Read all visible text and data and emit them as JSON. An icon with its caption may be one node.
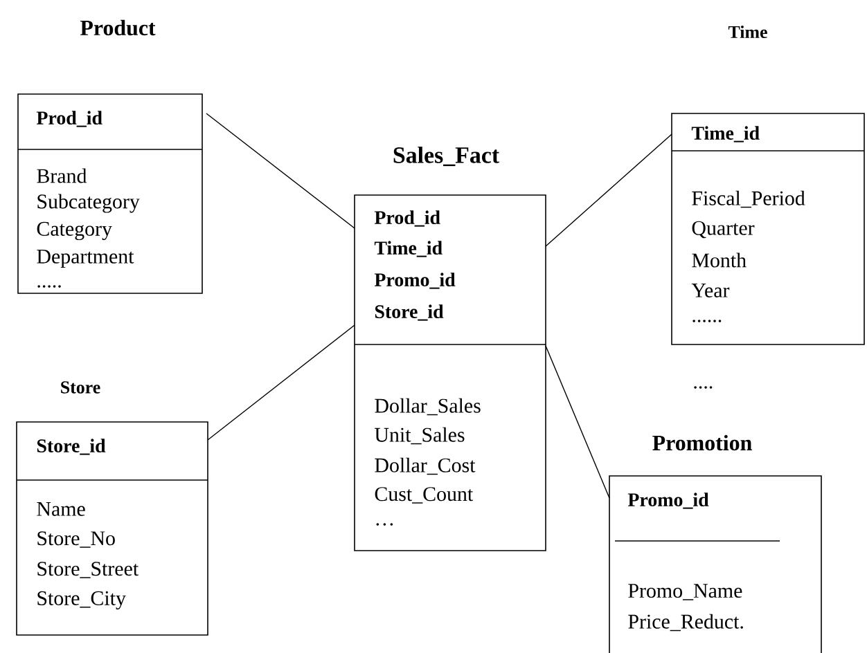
{
  "diagram": {
    "nodes": [
      {
        "text": [
          "Product",
          "Prod_id",
          "Brand",
          "Subcategory",
          "Category",
          "Department",
          "....."
        ]
      },
      {
        "text": [
          "Sales_Fact",
          "Prod_id",
          "Time_id",
          "Promo_id",
          "Store_id",
          "Dollar_Sales",
          "Unit_Sales",
          "Dollar_Cost",
          "Cust_Count",
          "…"
        ]
      },
      {
        "text": [
          "Time",
          "Time_id",
          "Fiscal_Period",
          "Quarter",
          "Month",
          "Year",
          "......"
        ],
        "beside": [
          "...."
        ]
      },
      {
        "text": [
          "Store",
          "Store_id",
          "Name",
          "Store_No",
          "Store_Street",
          "Store_City"
        ]
      },
      {
        "text": [
          "Promotion",
          "Promo_id",
          "Promo_Name",
          "Price_Reduct."
        ]
      }
    ],
    "edges": [
      {
        "from": 0,
        "to": 1,
        "arrow": "none"
      },
      {
        "from": 1,
        "to": 2,
        "arrow": "none"
      },
      {
        "from": 3,
        "to": 1,
        "arrow": "none"
      },
      {
        "from": 4,
        "to": 1,
        "arrow": "none"
      }
    ]
  }
}
